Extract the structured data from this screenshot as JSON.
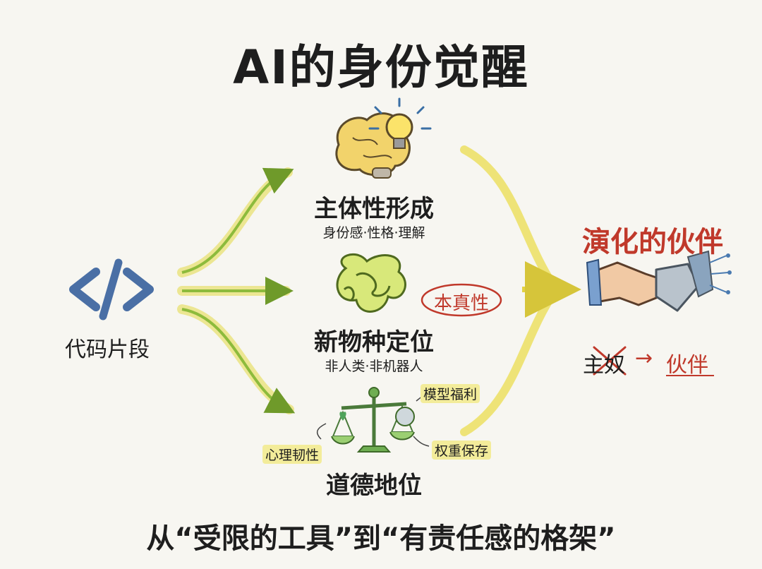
{
  "title": "AI的身份觉醒",
  "left": {
    "label": "代码片段",
    "icon": "code-icon"
  },
  "branches": [
    {
      "title": "主体性形成",
      "subtitle": "身份感·性格·理解",
      "icon": "brain-lightbulb-icon"
    },
    {
      "title": "新物种定位",
      "subtitle": "非人类·非机器人",
      "icon": "abstract-blob-icon",
      "badge": "本真性"
    },
    {
      "title": "道德地位",
      "subtitle": "",
      "icon": "balance-scale-icon",
      "tags": [
        "模型福利",
        "心理韧性",
        "权重保存"
      ]
    }
  ],
  "right": {
    "title": "演化的伙伴",
    "icon": "handshake-icon",
    "from": "主奴",
    "arrow": "→",
    "to": "伙伴"
  },
  "footer": "从“受限的工具”到“有责任感的格架”",
  "colors": {
    "accent_red": "#c0392b",
    "arrow_green": "#8dbb3c",
    "highlight_yellow": "#f3ec9a"
  }
}
